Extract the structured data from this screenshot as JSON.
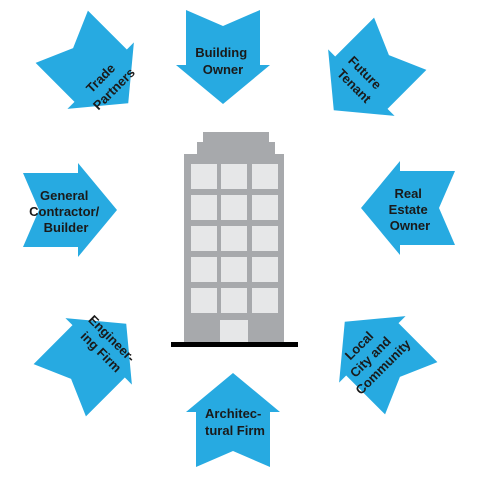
{
  "colors": {
    "arrow": "#27aae1",
    "building_body": "#a7a9ac",
    "building_window": "#e6e7e8",
    "ground": "#000000",
    "text": "#1a1a1a"
  },
  "stakeholders": {
    "building_owner": [
      "Building",
      "Owner"
    ],
    "future_tenant": [
      "Future",
      "Tenant"
    ],
    "real_estate_owner": [
      "Real",
      "Estate",
      "Owner"
    ],
    "local_city": [
      "Local",
      "City and",
      "Community"
    ],
    "architectural_firm": [
      "Architec-",
      "tural Firm"
    ],
    "engineering_firm": [
      "Engineer-",
      "ing Firm"
    ],
    "general_contractor": [
      "General",
      "Contractor/",
      "Builder"
    ],
    "trade_partners": [
      "Trade",
      "Partners"
    ]
  }
}
